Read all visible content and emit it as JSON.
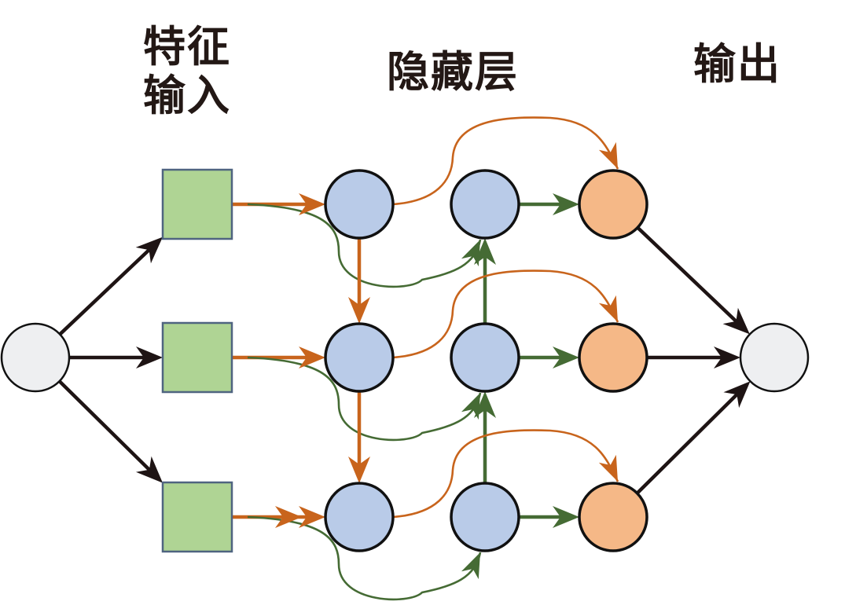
{
  "labels": {
    "input_line1": "特征",
    "input_line2": "输入",
    "hidden": "隐藏层",
    "output": "输出"
  },
  "colors": {
    "background": "#ffffff",
    "text": "#231815",
    "terminal_node_fill": "#eeeff1",
    "input_node_fill": "#afd494",
    "input_node_stroke": "#4f6480",
    "hidden_node_fill": "#b9cbe8",
    "output_node_fill": "#f5b887",
    "node_stroke": "#111111",
    "edge_black": "#1e1414",
    "edge_orange": "#c8641c",
    "edge_green": "#456b34"
  },
  "nodes": [
    {
      "id": "start",
      "type": "terminal",
      "shape": "circle",
      "layer": "source"
    },
    {
      "id": "in1",
      "type": "input",
      "shape": "square",
      "layer": "input",
      "row": 1
    },
    {
      "id": "in2",
      "type": "input",
      "shape": "square",
      "layer": "input",
      "row": 2
    },
    {
      "id": "in3",
      "type": "input",
      "shape": "square",
      "layer": "input",
      "row": 3
    },
    {
      "id": "ha1",
      "type": "hidden",
      "shape": "circle",
      "layer": "hidden-a",
      "row": 1
    },
    {
      "id": "ha2",
      "type": "hidden",
      "shape": "circle",
      "layer": "hidden-a",
      "row": 2
    },
    {
      "id": "ha3",
      "type": "hidden",
      "shape": "circle",
      "layer": "hidden-a",
      "row": 3
    },
    {
      "id": "hb1",
      "type": "hidden",
      "shape": "circle",
      "layer": "hidden-b",
      "row": 1
    },
    {
      "id": "hb2",
      "type": "hidden",
      "shape": "circle",
      "layer": "hidden-b",
      "row": 2
    },
    {
      "id": "hb3",
      "type": "hidden",
      "shape": "circle",
      "layer": "hidden-b",
      "row": 3
    },
    {
      "id": "out1",
      "type": "output",
      "shape": "circle",
      "layer": "output",
      "row": 1
    },
    {
      "id": "out2",
      "type": "output",
      "shape": "circle",
      "layer": "output",
      "row": 2
    },
    {
      "id": "out3",
      "type": "output",
      "shape": "circle",
      "layer": "output",
      "row": 3
    },
    {
      "id": "end",
      "type": "terminal",
      "shape": "circle",
      "layer": "sink"
    }
  ],
  "edges": [
    {
      "from": "start",
      "to": "in1",
      "color": "edge_black",
      "style": "straight"
    },
    {
      "from": "start",
      "to": "in2",
      "color": "edge_black",
      "style": "straight"
    },
    {
      "from": "start",
      "to": "in3",
      "color": "edge_black",
      "style": "straight"
    },
    {
      "from": "in1",
      "to": "ha1",
      "color": "edge_orange",
      "style": "straight"
    },
    {
      "from": "in2",
      "to": "ha2",
      "color": "edge_orange",
      "style": "straight"
    },
    {
      "from": "in3",
      "to": "ha3",
      "color": "edge_orange",
      "style": "straight",
      "double_head": true
    },
    {
      "from": "in1",
      "to": "hb1",
      "color": "edge_green",
      "style": "curve-below"
    },
    {
      "from": "in2",
      "to": "hb2",
      "color": "edge_green",
      "style": "curve-below"
    },
    {
      "from": "in3",
      "to": "hb3",
      "color": "edge_green",
      "style": "curve-below"
    },
    {
      "from": "ha1",
      "to": "ha2",
      "color": "edge_orange",
      "style": "straight"
    },
    {
      "from": "ha2",
      "to": "ha3",
      "color": "edge_orange",
      "style": "straight"
    },
    {
      "from": "hb3",
      "to": "hb2",
      "color": "edge_green",
      "style": "straight"
    },
    {
      "from": "hb2",
      "to": "hb1",
      "color": "edge_green",
      "style": "straight"
    },
    {
      "from": "ha1",
      "to": "out1",
      "color": "edge_orange",
      "style": "curve-above"
    },
    {
      "from": "ha2",
      "to": "out2",
      "color": "edge_orange",
      "style": "curve-above"
    },
    {
      "from": "ha3",
      "to": "out3",
      "color": "edge_orange",
      "style": "curve-above"
    },
    {
      "from": "hb1",
      "to": "out1",
      "color": "edge_green",
      "style": "straight"
    },
    {
      "from": "hb2",
      "to": "out2",
      "color": "edge_green",
      "style": "straight"
    },
    {
      "from": "hb3",
      "to": "out3",
      "color": "edge_green",
      "style": "straight"
    },
    {
      "from": "out1",
      "to": "end",
      "color": "edge_black",
      "style": "straight"
    },
    {
      "from": "out2",
      "to": "end",
      "color": "edge_black",
      "style": "straight"
    },
    {
      "from": "out3",
      "to": "end",
      "color": "edge_black",
      "style": "straight"
    }
  ]
}
